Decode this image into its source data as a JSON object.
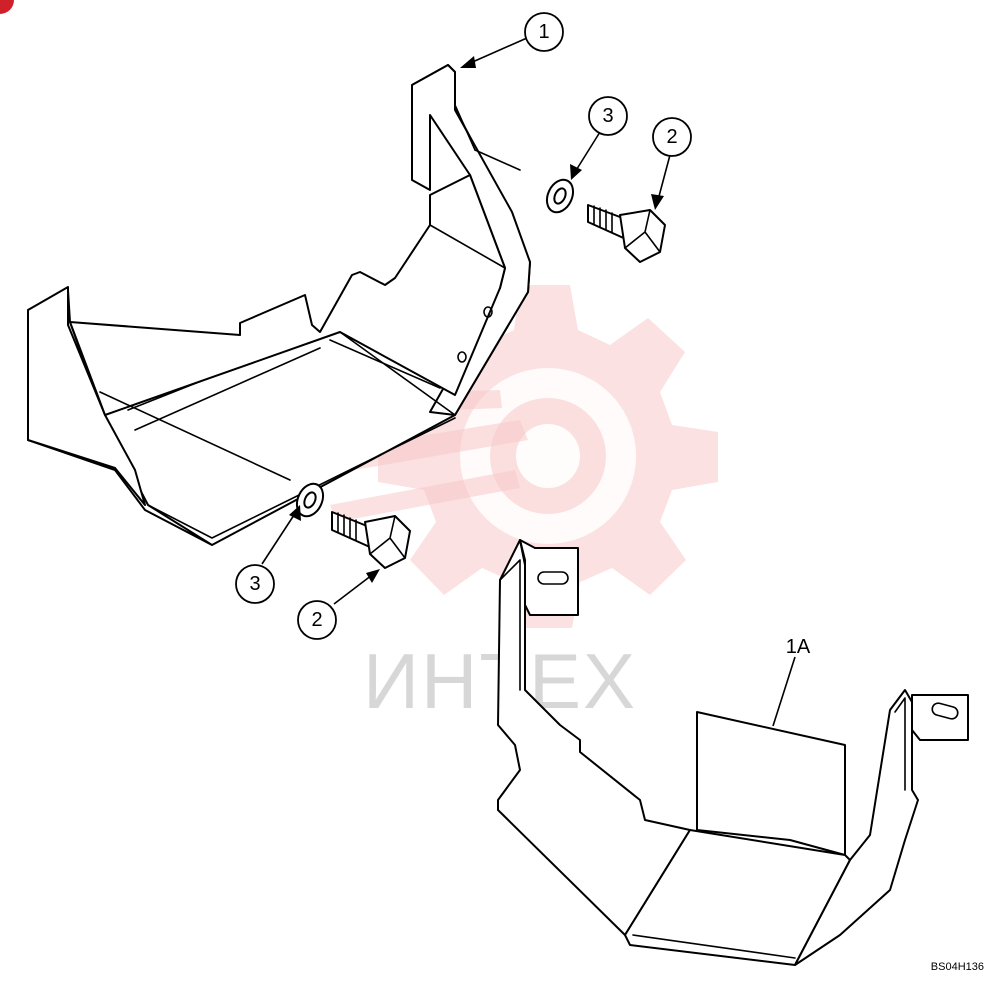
{
  "callouts": [
    {
      "id": "c1",
      "label": "1"
    },
    {
      "id": "c2a",
      "label": "2"
    },
    {
      "id": "c2b",
      "label": "2"
    },
    {
      "id": "c3a",
      "label": "3"
    },
    {
      "id": "c3b",
      "label": "3"
    }
  ],
  "part_label_1a": "1A",
  "drawing_code": "BS04H136",
  "watermark": {
    "text": "ИНТЕХ",
    "color": "#f7c9c9"
  },
  "colors": {
    "line": "#000000",
    "background": "#ffffff",
    "corner_mark": "#d0202a"
  }
}
